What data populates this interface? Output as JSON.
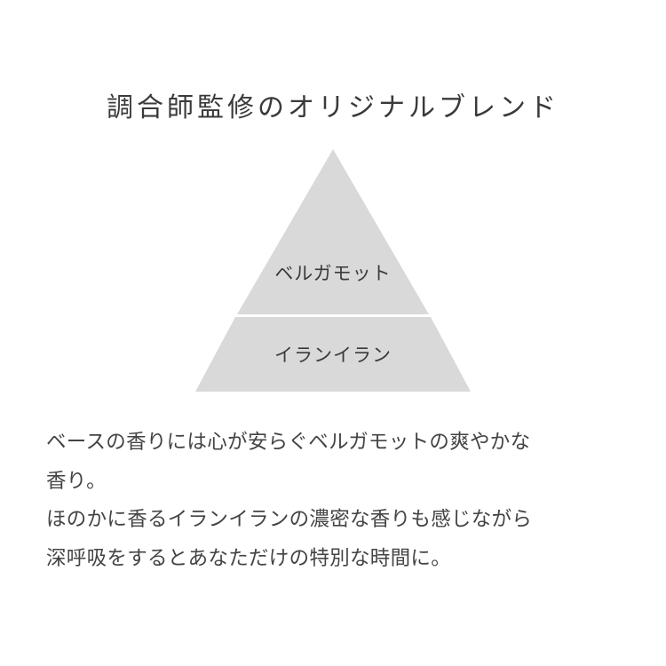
{
  "title": "調合師監修のオリジナルブレンド",
  "pyramid": {
    "fill_color": "#d9d9d9",
    "tiers": [
      {
        "label": "ベルガモット"
      },
      {
        "label": "イランイラン"
      }
    ]
  },
  "description": {
    "lines": [
      "ベースの香りには心が安らぐベルガモットの爽やかな",
      "香り。",
      "ほのかに香るイランイランの濃密な香りも感じながら",
      "深呼吸をするとあなただけの特別な時間に。"
    ]
  }
}
